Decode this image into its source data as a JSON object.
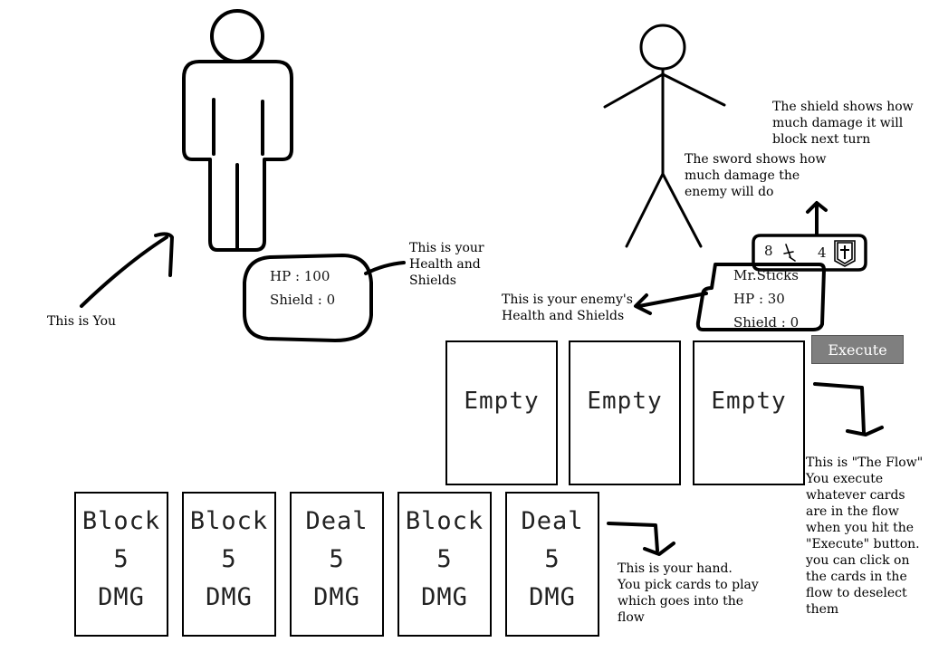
{
  "player": {
    "hp_text": "HP : 100",
    "shield_text": "Shield : 0"
  },
  "enemy": {
    "name": "Mr.Sticks",
    "hp_text": "HP : 30",
    "shield_text": "Shield : 0",
    "attack_value": "8",
    "block_value": "4",
    "attack_icon": "sword-icon",
    "block_icon": "shield-icon"
  },
  "flow": {
    "cards": [
      {
        "label": "Empty"
      },
      {
        "label": "Empty"
      },
      {
        "label": "Empty"
      }
    ],
    "execute_label": "Execute"
  },
  "hand": {
    "cards": [
      {
        "line1": "Block",
        "line2": "5",
        "line3": "DMG"
      },
      {
        "line1": "Block",
        "line2": "5",
        "line3": "DMG"
      },
      {
        "line1": "Deal",
        "line2": "5",
        "line3": "DMG"
      },
      {
        "line1": "Block",
        "line2": "5",
        "line3": "DMG"
      },
      {
        "line1": "Deal",
        "line2": "5",
        "line3": "DMG"
      }
    ]
  },
  "annotations": {
    "you": [
      "This is You"
    ],
    "player_stats": [
      "This is your",
      "Health and",
      "Shields"
    ],
    "enemy_stats": [
      "This is your enemy's",
      "Health and Shields"
    ],
    "sword": [
      "The sword shows how",
      "much damage the",
      "enemy will do"
    ],
    "shield": [
      "The shield shows how",
      "much damage it will",
      "block next turn"
    ],
    "flow": [
      "This is \"The Flow\"",
      "You execute",
      "whatever cards",
      "are in the flow",
      "when you hit the",
      "\"Execute\" button.",
      "you can click on",
      "the cards in the",
      "flow to deselect",
      "them"
    ],
    "hand": [
      "This is your hand.",
      "You pick cards to play",
      "which goes into the",
      "flow"
    ]
  }
}
